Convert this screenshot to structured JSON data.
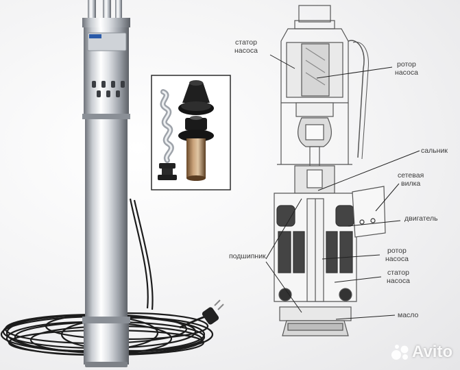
{
  "labels": {
    "stator_top": [
      "статор",
      "насоса"
    ],
    "rotor_top": [
      "ротор",
      "насоса"
    ],
    "seal": "сальник",
    "plug": [
      "сетевая",
      "вилка"
    ],
    "motor": "двигатель",
    "bearing": "подшипник",
    "rotor_bottom": [
      "ротор",
      "насоса"
    ],
    "stator_bottom": [
      "статор",
      "насоса"
    ],
    "oil": "масло"
  },
  "watermark": {
    "text": "Avito",
    "icon": "avito-dots-icon"
  },
  "colors": {
    "steel_light": "#f4f5f6",
    "steel_dark": "#7d8187",
    "cable": "#1c1c1c",
    "diagram_line": "#555555",
    "inset_border": "#2a2a2a"
  }
}
